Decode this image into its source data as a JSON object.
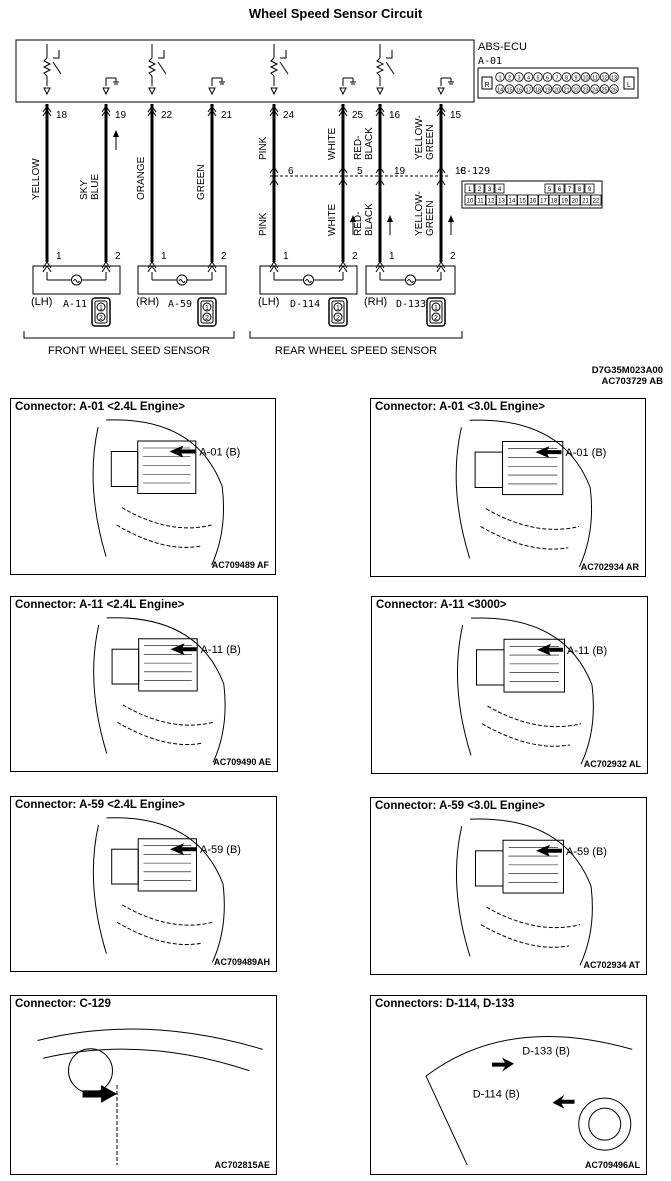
{
  "title": "Wheel Speed Sensor Circuit",
  "ecu": {
    "name": "ABS-ECU",
    "connector": "A-01"
  },
  "ecu_pins_top": [
    "18",
    "19",
    "22",
    "21",
    "24",
    "25",
    "16",
    "15"
  ],
  "c129": {
    "name": "C-129",
    "pins": [
      "6",
      "5",
      "19",
      "18"
    ]
  },
  "wires_upper": [
    "YELLOW",
    "SKY BLUE",
    "ORANGE",
    "GREEN",
    "PINK",
    "WHITE",
    "RED-BLACK",
    "YELLOW-GREEN"
  ],
  "wires_lower": [
    "PINK",
    "WHITE",
    "RED-BLACK",
    "YELLOW-GREEN"
  ],
  "sensor_pins": [
    "1",
    "2"
  ],
  "sensors": [
    {
      "side": "(LH)",
      "connector": "A-11"
    },
    {
      "side": "(RH)",
      "connector": "A-59"
    },
    {
      "side": "(LH)",
      "connector": "D-114"
    },
    {
      "side": "(RH)",
      "connector": "D-133"
    }
  ],
  "groups": {
    "front": "FRONT WHEEL SEED SENSOR",
    "rear": "REAR WHEEL SPEED SENSOR"
  },
  "ecu_connector_pins_row1": [
    "1",
    "2",
    "3",
    "4",
    "5",
    "6",
    "7",
    "8",
    "9",
    "10",
    "11",
    "12",
    "13"
  ],
  "ecu_connector_pins_row2": [
    "14",
    "15",
    "16",
    "17",
    "18",
    "19",
    "20",
    "21",
    "22",
    "23",
    "24",
    "25",
    "26"
  ],
  "c129_connector_pins_row1": [
    "1",
    "2",
    "3",
    "4",
    "5",
    "6",
    "7",
    "8",
    "9"
  ],
  "c129_connector_pins_row2": [
    "10",
    "11",
    "12",
    "13",
    "14",
    "15",
    "16",
    "17",
    "18",
    "19",
    "20",
    "21",
    "22"
  ],
  "ecu_connector_marks": [
    "R",
    "L"
  ],
  "sensor_connector_pins": [
    "1",
    "2"
  ],
  "diagram_codes": {
    "code1": "D7G35M023A00",
    "code2": "AC703729",
    "suffix": "AB"
  },
  "panels": [
    {
      "caption": "Connector: A-01 <2.4L Engine>",
      "callout": "A-01 (B)",
      "code": "AC709489 AF"
    },
    {
      "caption": "Connector: A-01 <3.0L Engine>",
      "callout": "A-01 (B)",
      "code": "AC702934 AR"
    },
    {
      "caption": "Connector: A-11 <2.4L Engine>",
      "callout": "A-11 (B)",
      "code": "AC709490 AE"
    },
    {
      "caption": "Connector: A-11 <3000>",
      "callout": "A-11 (B)",
      "code": "AC702932 AL"
    },
    {
      "caption": "Connector: A-59 <2.4L Engine>",
      "callout": "A-59 (B)",
      "code": "AC709489AH"
    },
    {
      "caption": "Connector: A-59 <3.0L Engine>",
      "callout": "A-59 (B)",
      "code": "AC702934 AT"
    },
    {
      "caption": "Connector: C-129",
      "callout": "",
      "code": "AC702815AE"
    },
    {
      "caption": "Connectors: D-114, D-133",
      "callout": "D-133 (B)",
      "callout2": "D-114 (B)",
      "code": "AC709496AL"
    }
  ]
}
